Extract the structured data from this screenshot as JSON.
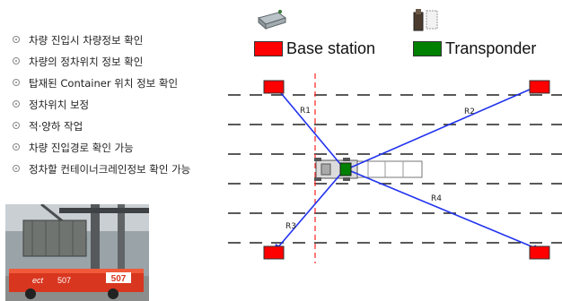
{
  "bullets": [
    "차량 진입시 차량정보 확인",
    "차량의 정차위치 정보 확인",
    "탑재된 Container 위치 정보 확인",
    "정차위치 보정",
    "적·양하 작업",
    "차량 진입경로 확인 가능",
    "정차할 컨테이너크레인정보 확인 가능"
  ],
  "legend": {
    "base_station": {
      "label": "Base station",
      "color": "#ff0000"
    },
    "transponder": {
      "label": "Transponder",
      "color": "#008000"
    }
  },
  "ranges": [
    "R1",
    "R2",
    "R3",
    "R4"
  ],
  "photo": {
    "vehicle_number": "507",
    "brand": "ect"
  },
  "colors": {
    "range_line": "#2233ee",
    "center_line": "#ff2222",
    "lane_line": "#222222"
  }
}
